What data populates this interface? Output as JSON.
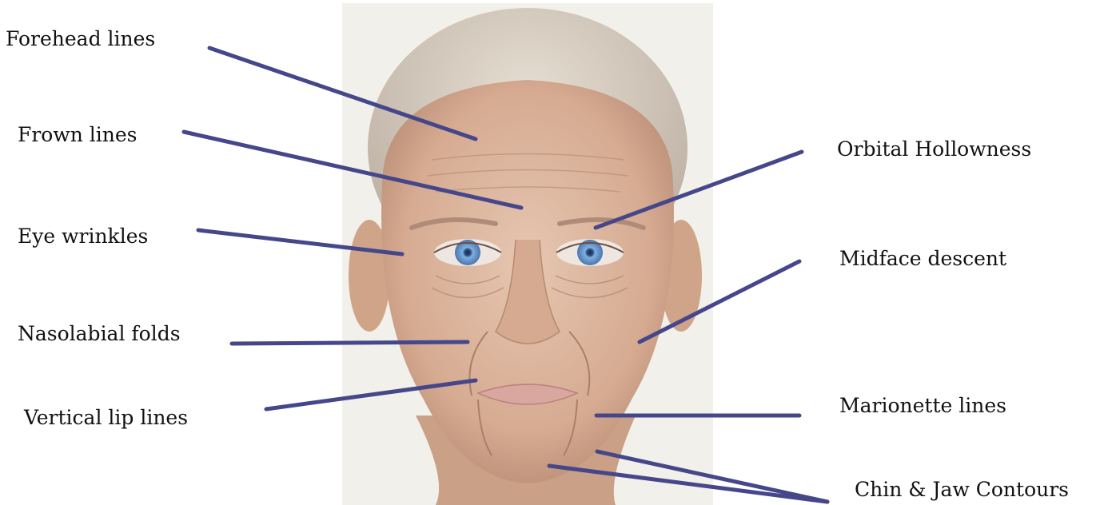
{
  "labels": {
    "forehead": "Forehead lines",
    "frown": "Frown lines",
    "eye": "Eye wrinkles",
    "nasolabial": "Nasolabial folds",
    "lip": "Vertical lip lines",
    "orbital": "Orbital Hollowness",
    "midface": "Midface descent",
    "marionette": "Marionette lines",
    "chin": "Chin & Jaw Contours"
  },
  "colors": {
    "leader_line": "#45478a",
    "background": "#f1f0ea",
    "skin": "#d9b49c",
    "hair": "#d8d0c4",
    "iris": "#6f9fd4",
    "lips": "#d9a7a0"
  }
}
